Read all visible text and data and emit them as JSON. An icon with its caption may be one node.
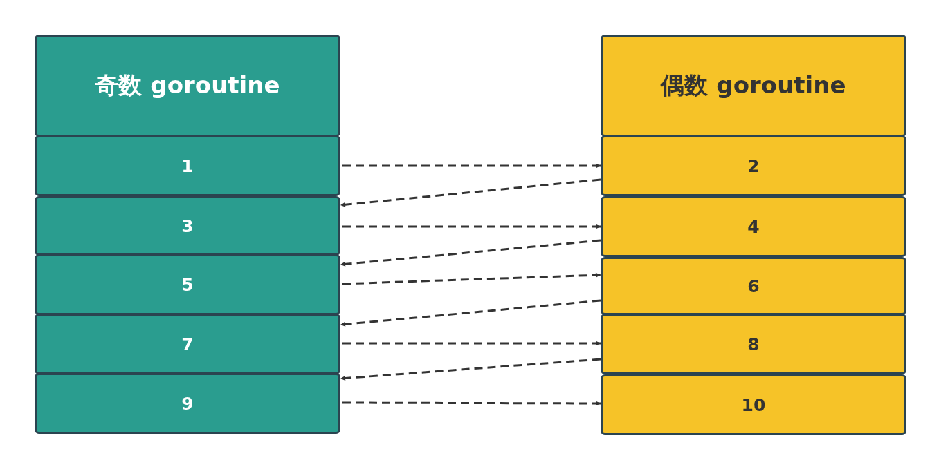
{
  "diagram": {
    "nodes": [
      {
        "text": [
          "奇数 goroutine"
        ]
      },
      {
        "text": [
          "1"
        ]
      },
      {
        "text": [
          "3"
        ]
      },
      {
        "text": [
          "5"
        ]
      },
      {
        "text": [
          "7"
        ]
      },
      {
        "text": [
          "9"
        ]
      },
      {
        "text": [
          "偶数 goroutine"
        ]
      },
      {
        "text": [
          "2"
        ]
      },
      {
        "text": [
          "4"
        ]
      },
      {
        "text": [
          "6"
        ]
      },
      {
        "text": [
          "8"
        ]
      },
      {
        "text": [
          "10"
        ]
      }
    ],
    "edges": [
      {
        "from": 1,
        "to": 7,
        "arrow": "to",
        "style": "dashed"
      },
      {
        "from": 7,
        "to": 2,
        "arrow": "to",
        "style": "dashed"
      },
      {
        "from": 2,
        "to": 8,
        "arrow": "to",
        "style": "dashed"
      },
      {
        "from": 8,
        "to": 3,
        "arrow": "to",
        "style": "dashed"
      },
      {
        "from": 3,
        "to": 9,
        "arrow": "to",
        "style": "dashed"
      },
      {
        "from": 9,
        "to": 4,
        "arrow": "to",
        "style": "dashed"
      },
      {
        "from": 4,
        "to": 10,
        "arrow": "to",
        "style": "dashed"
      },
      {
        "from": 10,
        "to": 5,
        "arrow": "to",
        "style": "dashed"
      },
      {
        "from": 5,
        "to": 11,
        "arrow": "to",
        "style": "dashed"
      }
    ]
  }
}
